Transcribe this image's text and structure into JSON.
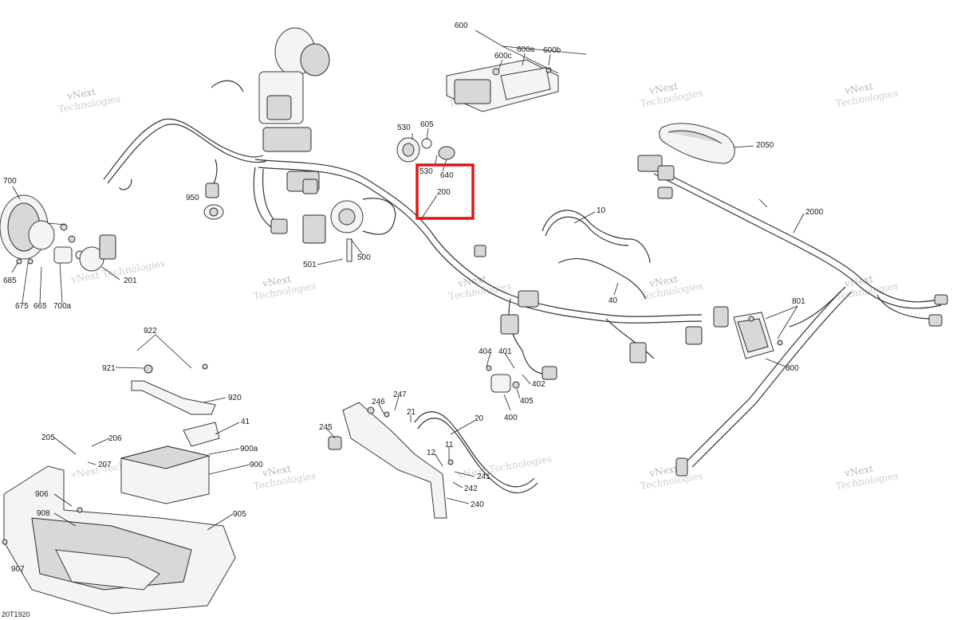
{
  "diagram_code": "20T1920",
  "highlight_color": "#e01515",
  "watermark_line1": "vNext",
  "watermark_line2": "Technologies",
  "watermark_combined": "vNext Technologies",
  "labels": {
    "p600": "600",
    "p600c": "600c",
    "p600a": "600a",
    "p600b": "600b",
    "p530": "530",
    "p605": "605",
    "p530b": "530",
    "p640": "640",
    "p200": "200",
    "p2050": "2050",
    "p700": "700",
    "p950": "950",
    "p10": "10",
    "p2000": "2000",
    "p685": "685",
    "p675": "675",
    "p665": "665",
    "p700a": "700a",
    "p201": "201",
    "p501": "501",
    "p500": "500",
    "p40": "40",
    "p801": "801",
    "p800": "800",
    "p922": "922",
    "p921": "921",
    "p920": "920",
    "p41": "41",
    "p404": "404",
    "p401": "401",
    "p402": "402",
    "p405": "405",
    "p400": "400",
    "p246": "246",
    "p247": "247",
    "p21": "21",
    "p20": "20",
    "p205": "205",
    "p206": "206",
    "p207": "207",
    "p900a": "900a",
    "p900": "900",
    "p245": "245",
    "p11": "11",
    "p12": "12",
    "p241": "241",
    "p242": "242",
    "p240": "240",
    "p906": "906",
    "p908": "908",
    "p905": "905",
    "p907": "907"
  }
}
